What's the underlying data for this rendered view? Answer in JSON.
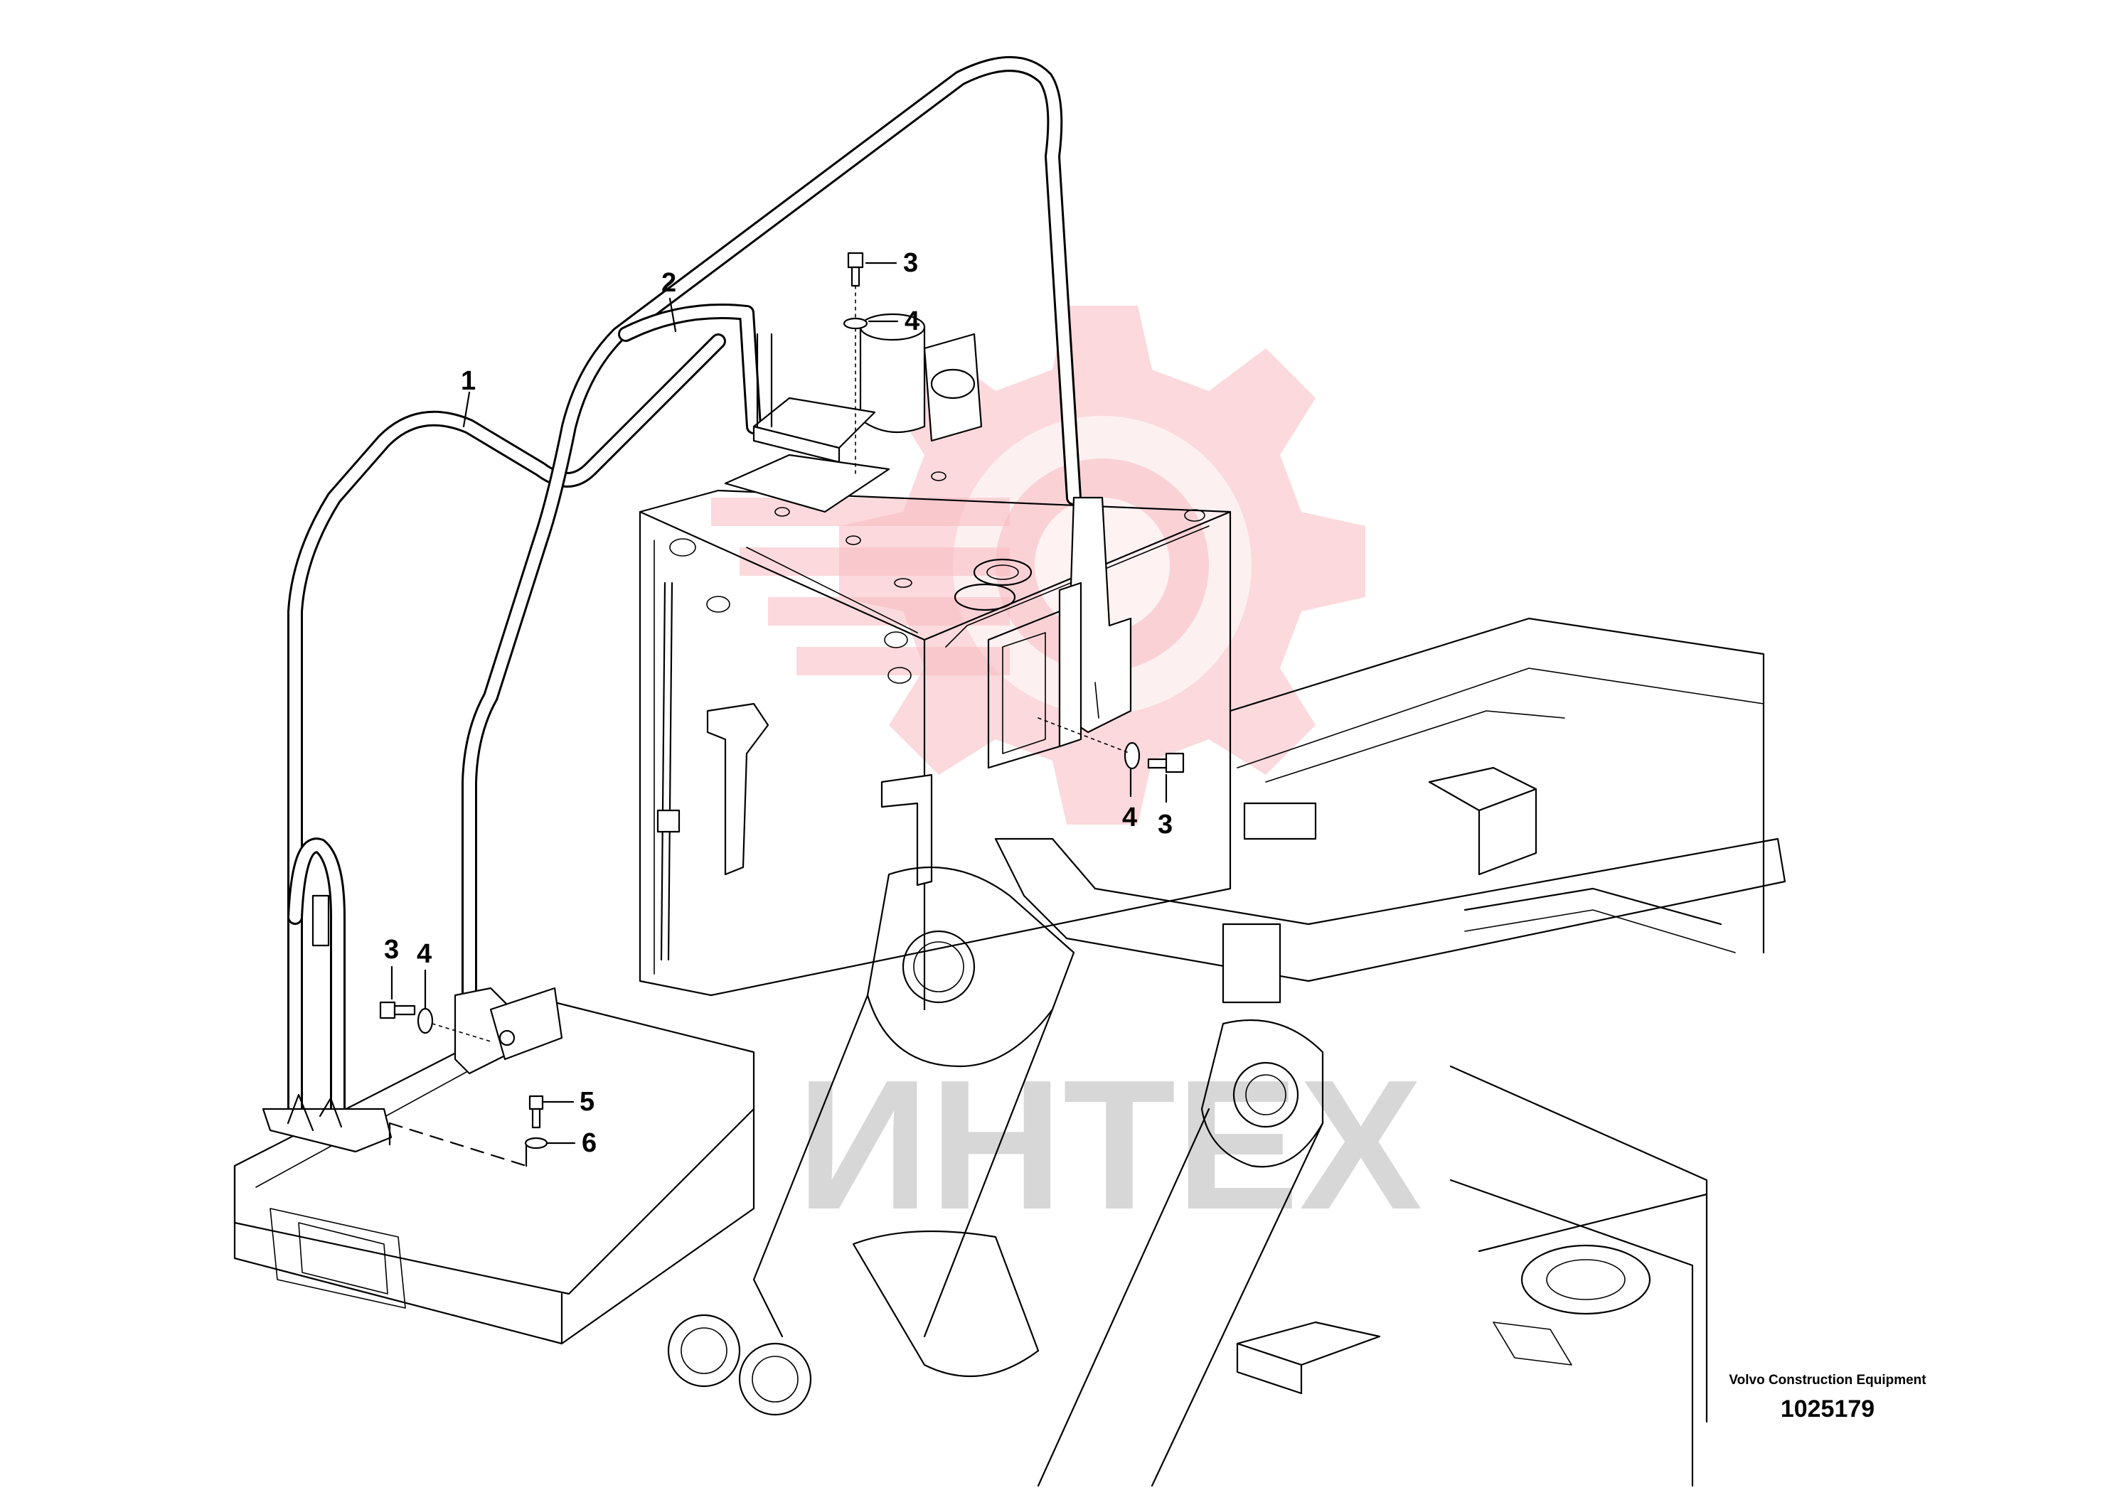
{
  "watermark": {
    "text": "ИНТЕХ",
    "gear_color": "#f7b9bf",
    "text_color": "#b8b8b8",
    "icon": "gear-emblem-icon"
  },
  "callouts": [
    {
      "id": "c1",
      "label": "1"
    },
    {
      "id": "c2",
      "label": "2"
    },
    {
      "id": "c3a",
      "label": "3"
    },
    {
      "id": "c4a",
      "label": "4"
    },
    {
      "id": "c4b",
      "label": "4"
    },
    {
      "id": "c3b",
      "label": "3"
    },
    {
      "id": "c3c",
      "label": "3"
    },
    {
      "id": "c4c",
      "label": "4"
    },
    {
      "id": "c5",
      "label": "5"
    },
    {
      "id": "c6",
      "label": "6"
    }
  ],
  "caption": {
    "company": "Volvo Construction Equipment",
    "code": "1025179"
  }
}
